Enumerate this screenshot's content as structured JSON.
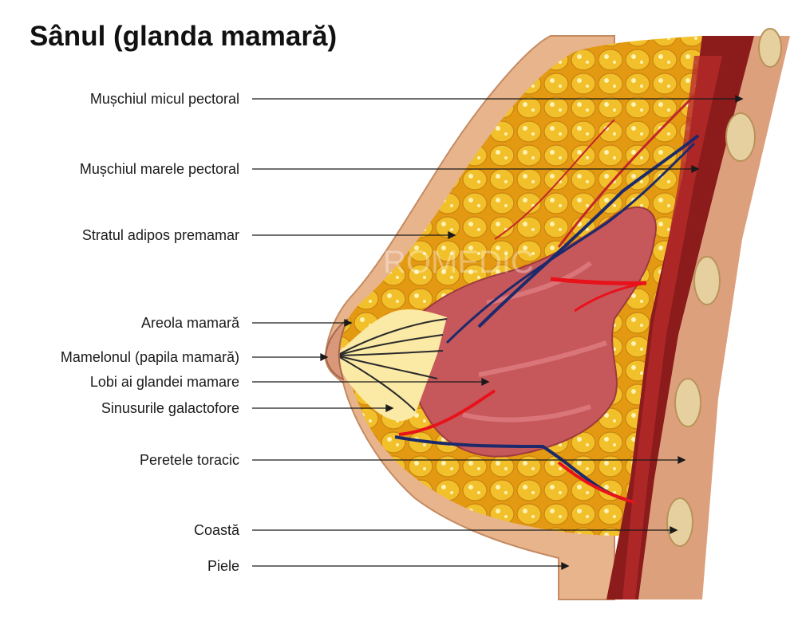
{
  "title": "Sânul (glanda mamară)",
  "watermark": "ROMEDIC",
  "colors": {
    "skin": "#e8b48c",
    "fat_lobule": "#f2c02a",
    "gland": "#c6585c",
    "muscle": "#8c1b1b",
    "rib": "#e7d0a0",
    "artery": "#e8121b",
    "vein": "#1c2a6b"
  },
  "labels": [
    {
      "id": "muschiul-micul-pectoral",
      "text": "Mușchiul micul pectoral"
    },
    {
      "id": "muschiul-marele-pectoral",
      "text": "Mușchiul marele pectoral"
    },
    {
      "id": "stratul-adipos-premamar",
      "text": "Stratul adipos premamar"
    },
    {
      "id": "areola-mamara",
      "text": "Areola mamară"
    },
    {
      "id": "mamelonul",
      "text": "Mamelonul (papila mamară)"
    },
    {
      "id": "lobi-glandei-mamare",
      "text": "Lobi ai glandei mamare"
    },
    {
      "id": "sinusurile-galactofore",
      "text": "Sinusurile galactofore"
    },
    {
      "id": "peretele-toracic",
      "text": "Peretele toracic"
    },
    {
      "id": "coasta",
      "text": "Coastă"
    },
    {
      "id": "piele",
      "text": "Piele"
    }
  ]
}
